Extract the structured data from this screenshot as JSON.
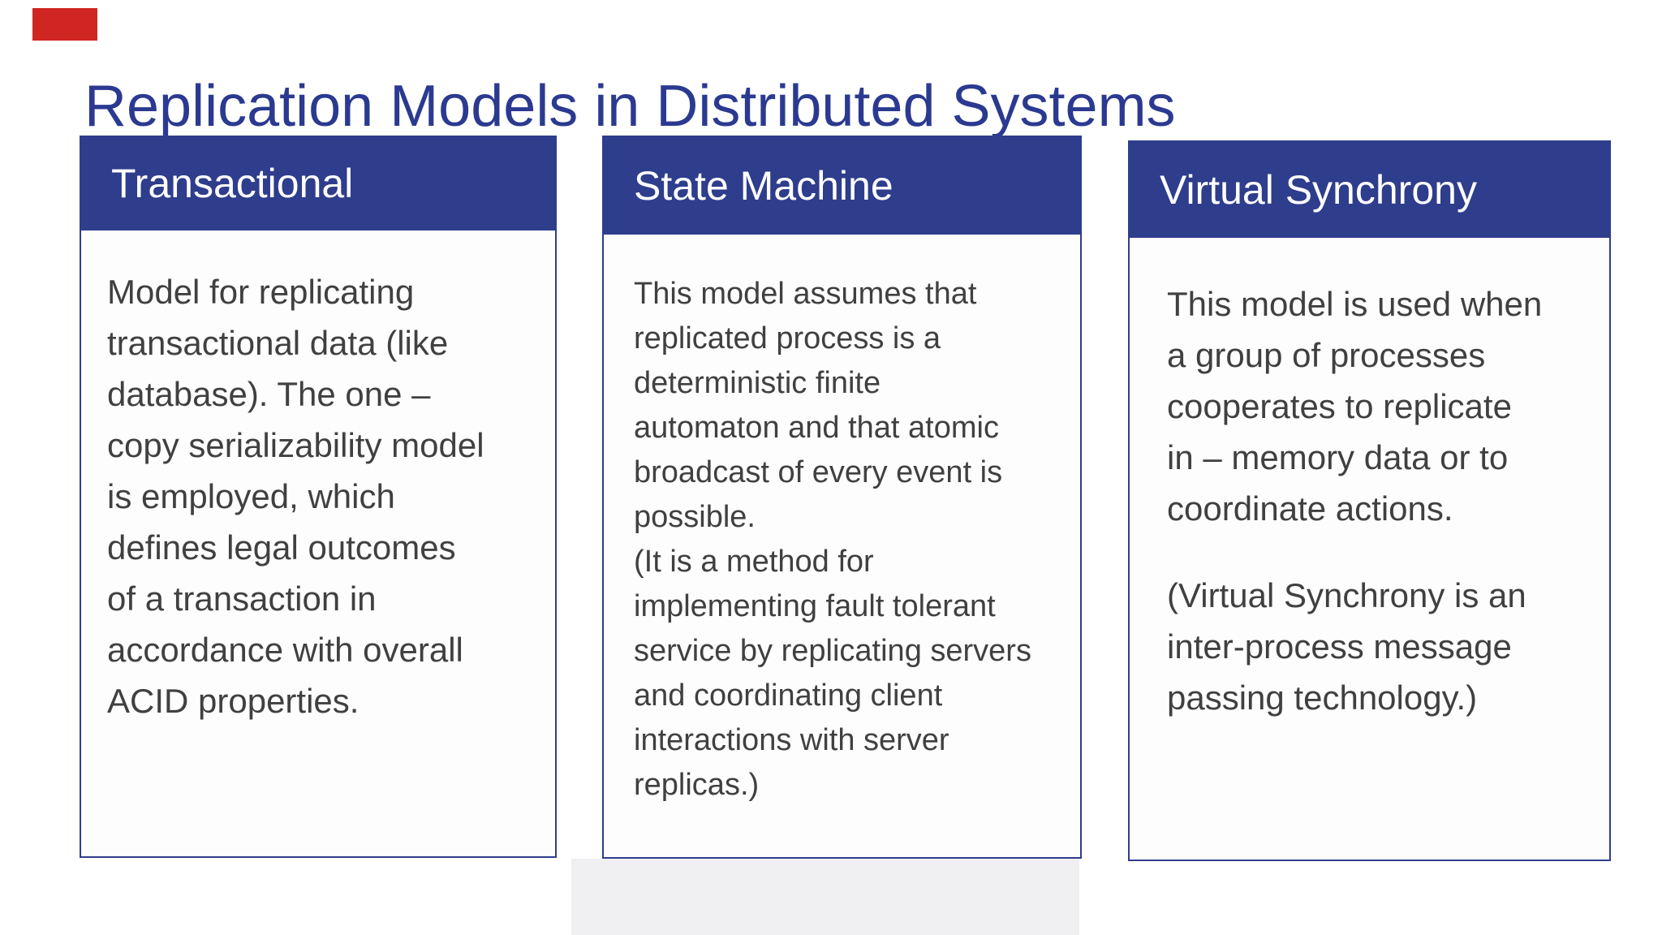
{
  "page": {
    "title": "Replication Models in Distributed Systems",
    "background_color": "#ffffff",
    "accent_navy": "#2e3d8c",
    "title_color": "#2b3a90",
    "body_text_color": "#404040",
    "red_mark_color": "#d02623",
    "bottom_band_color": "#f0f0f2"
  },
  "cards": [
    {
      "title": "Transactional",
      "body": "Model for replicating\ntransactional data (like\ndatabase). The one –\ncopy serializability model\nis employed, which\ndefines legal outcomes\nof a transaction in\naccordance with overall\nACID properties.",
      "body2": ""
    },
    {
      "title": "State Machine",
      "body": "This model assumes that\nreplicated process is a\ndeterministic finite\nautomaton and that atomic\nbroadcast of every event is\npossible.\n(It is a method for\nimplementing fault tolerant\nservice by replicating servers\nand coordinating client\ninteractions with server\nreplicas.)",
      "body2": ""
    },
    {
      "title": "Virtual Synchrony",
      "body": "This model is used when\na group of processes\ncooperates to replicate\nin – memory data or to\ncoordinate actions.",
      "body2": "(Virtual Synchrony is an\ninter-process message\npassing technology.)"
    }
  ]
}
